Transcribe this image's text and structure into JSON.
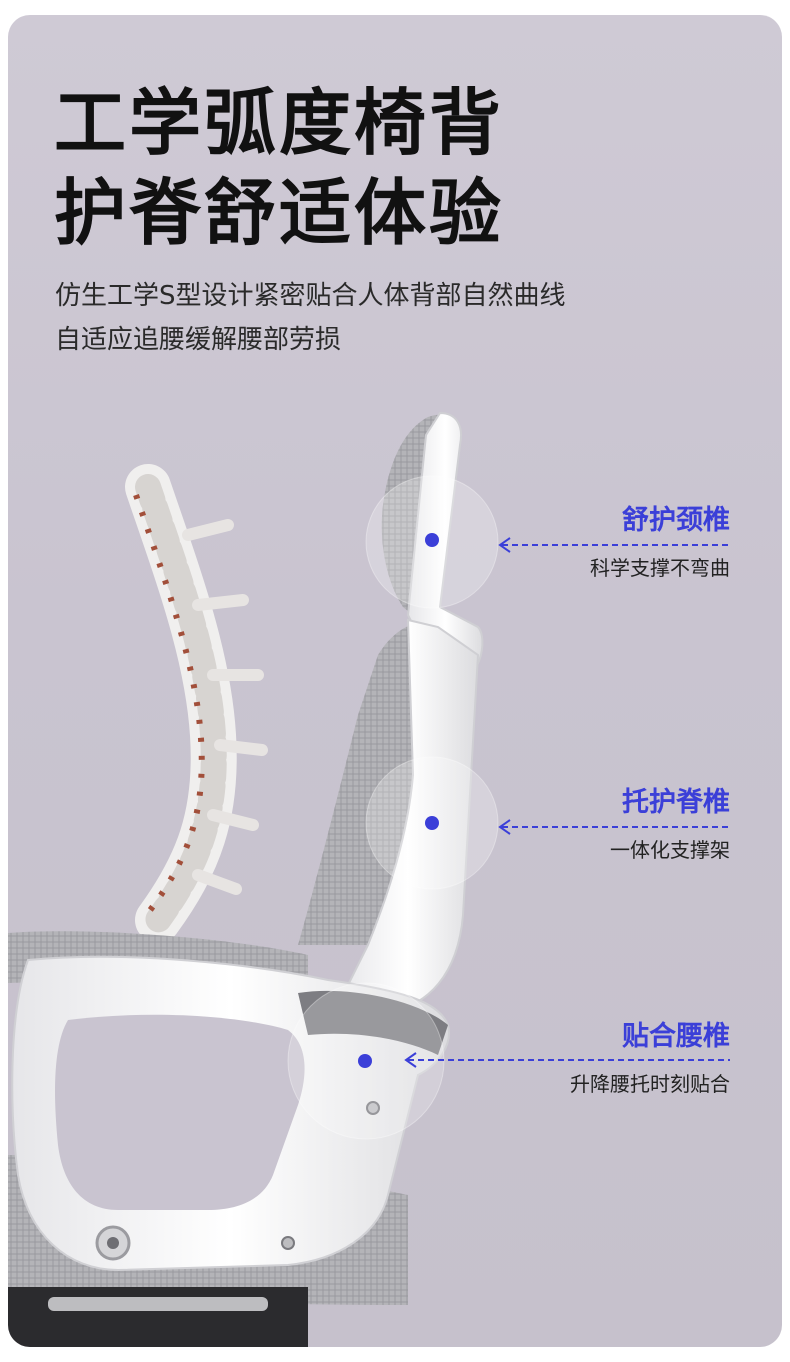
{
  "headline": {
    "line1": "工学弧度椅背",
    "line2": "护脊舒适体验"
  },
  "subtitle": {
    "line1": "仿生工学S型设计紧密贴合人体背部自然曲线",
    "line2": "自适应追腰缓解腰部劳损"
  },
  "features": [
    {
      "title": "舒护颈椎",
      "desc": "科学支撑不弯曲"
    },
    {
      "title": "托护脊椎",
      "desc": "一体化支撑架"
    },
    {
      "title": "贴合腰椎",
      "desc": "升降腰托时刻贴合"
    }
  ],
  "colors": {
    "accent": "#3b3fd8",
    "background": "#cbc6d1",
    "headline": "#111111"
  },
  "icons": [
    "spine-illustration",
    "office-chair-illustration",
    "marker-dot-icon",
    "dashed-arrow-icon"
  ]
}
